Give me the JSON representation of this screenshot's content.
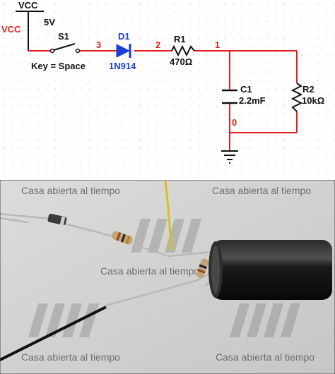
{
  "schematic": {
    "vcc_rail_label": "VCC",
    "vcc_net_label": "VCC",
    "vcc_voltage": "5V",
    "switch": {
      "ref": "S1",
      "key": "Key = Space"
    },
    "diode": {
      "ref": "D1",
      "value": "1N914"
    },
    "resistor1": {
      "ref": "R1",
      "value": "470Ω"
    },
    "capacitor": {
      "ref": "C1",
      "value": "2.2mF"
    },
    "resistor2": {
      "ref": "R2",
      "value": "10kΩ"
    },
    "nodes": {
      "n0": "0",
      "n1": "1",
      "n2": "2",
      "n3": "3"
    },
    "colors": {
      "wire": "#e02020",
      "component": "#111111",
      "diode": "#1a3fd6",
      "grid": "#d9d9d9",
      "net": "#e02020"
    }
  },
  "photo": {
    "watermark_text": "Casa abierta al tiempo",
    "colors": {
      "background": "#d4d4d2",
      "capacitor": "#141414",
      "wire_black": "#111111",
      "lead": "#b8b8b8",
      "watermark": "#777777"
    }
  }
}
